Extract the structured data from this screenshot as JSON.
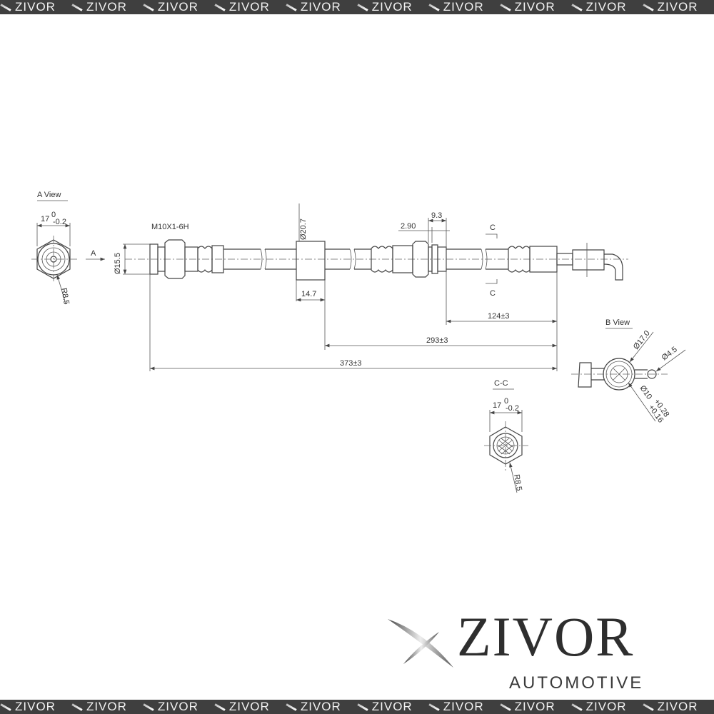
{
  "watermark": {
    "text": "ZIVOR",
    "repeat": 10
  },
  "brand": {
    "name": "ZIVOR",
    "subtitle": "AUTOMOTIVE",
    "band_color": "#3f3f3f"
  },
  "a_view": {
    "title": "A View",
    "width": "17",
    "tol_upper": "0",
    "tol_lower": "-0.2",
    "radius": "R8.5",
    "arrow_label": "A"
  },
  "main_view": {
    "thread": "M10X1-6H",
    "dia_fitting": "Ø15.5",
    "dia_collar": "Ø20.7",
    "collar_width": "14.7",
    "dim_290": "2.90",
    "dim_93": "9.3",
    "section_label": "C",
    "dim_124": "124±3",
    "dim_293": "293±3",
    "dim_373": "373±3"
  },
  "b_view": {
    "title": "B View",
    "dia_outer": "Ø17.0",
    "dia_pin": "Ø4.5",
    "dia_bore": "Ø10",
    "bore_tol_upper": "+0.28",
    "bore_tol_lower": "+0.16"
  },
  "cc_view": {
    "title": "C-C",
    "width": "17",
    "tol_upper": "0",
    "tol_lower": "-0.2",
    "radius": "R8.5"
  }
}
